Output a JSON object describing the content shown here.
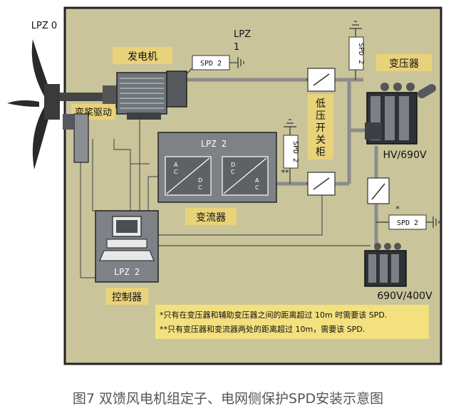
{
  "zones": {
    "lpz0": "LPZ 0",
    "lpz1": "LPZ",
    "lpz1_num": "1",
    "lpz2_converter": "LPZ 2",
    "lpz2_controller": "LPZ 2"
  },
  "components": {
    "generator": "发电机",
    "pitch_drive": "变桨驱动",
    "converter": "变流器",
    "controller": "控制器",
    "transformer": "变压器",
    "transformer_hv": "HV/690V",
    "aux_transformer": "690V/400V",
    "low_voltage_cabinet": [
      "低",
      "压",
      "开",
      "关",
      "柜"
    ]
  },
  "spd": {
    "generator": "SPD 2",
    "top": "SPD 2",
    "converter": "SPD 2",
    "right": "SPD 2"
  },
  "converter_blocks": {
    "left": {
      "top": "A",
      "top2": "C",
      "bottom": "D",
      "bottom2": "C"
    },
    "right": {
      "top": "D",
      "top2": "C",
      "bottom": "A",
      "bottom2": "C"
    }
  },
  "marks": {
    "double_star": "**",
    "single_star": "*"
  },
  "notes": {
    "note1": "*只有在变压器和辅助变压器之间的距离超过 10m 时需要该 SPD.",
    "note2": "**只有变压器和变流器两处的距离超过 10m，需要该 SPD."
  },
  "caption": "图7  双馈风电机组定子、电网侧保护SPD安装示意图",
  "colors": {
    "outer_bg": "#c9c49a",
    "label_bg": "#e9d37a",
    "note_bg": "#f3e07e",
    "box_gray": "#7e8287",
    "line_gray": "#8c8c8c",
    "frame": "#222222"
  }
}
